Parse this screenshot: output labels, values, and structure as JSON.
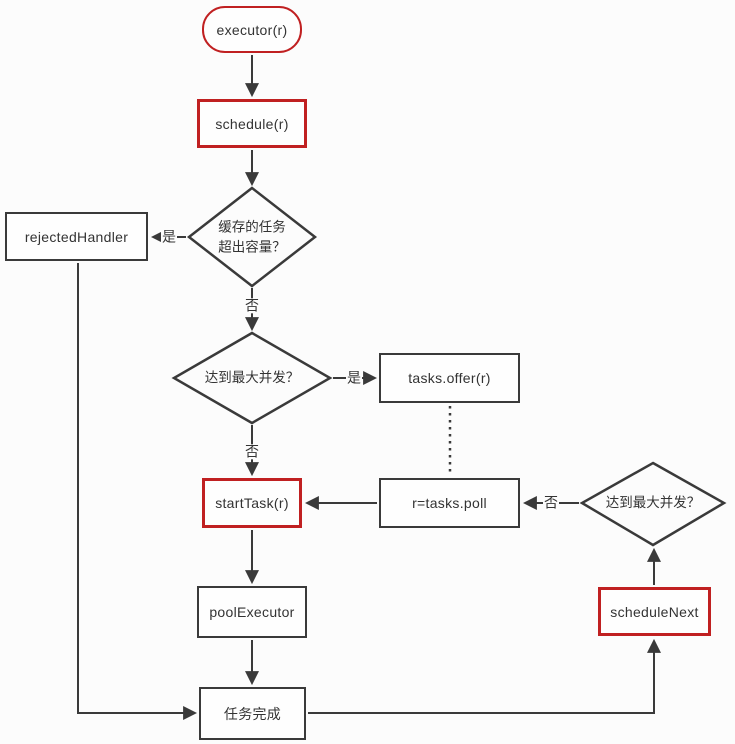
{
  "diagram": {
    "type": "flowchart",
    "nodes": {
      "executor": {
        "label": "executor(r)",
        "shape": "terminator",
        "accent": "red"
      },
      "schedule": {
        "label": "schedule(r)",
        "shape": "process",
        "accent": "red"
      },
      "rejected_handler": {
        "label": "rejectedHandler",
        "shape": "process",
        "accent": "black"
      },
      "cache_capacity_decision": {
        "line1": "缓存的任务",
        "line2": "超出容量？",
        "shape": "decision"
      },
      "max_concurrency_decision": {
        "label": "达到最大并发？",
        "shape": "decision"
      },
      "tasks_offer": {
        "label": "tasks.offer(r)",
        "shape": "process",
        "accent": "black"
      },
      "start_task": {
        "label": "startTask(r)",
        "shape": "process",
        "accent": "red"
      },
      "tasks_poll": {
        "label": "r=tasks.poll",
        "shape": "process",
        "accent": "black"
      },
      "max_concurrency_decision_right": {
        "label": "达到最大并发？",
        "shape": "decision"
      },
      "pool_executor": {
        "label": "poolExecutor",
        "shape": "process",
        "accent": "black"
      },
      "schedule_next": {
        "label": "scheduleNext",
        "shape": "process",
        "accent": "red"
      },
      "task_done": {
        "label": "任务完成",
        "shape": "process",
        "accent": "black"
      }
    },
    "edge_labels": {
      "cache_yes": "是",
      "cache_no": "否",
      "concurrency_yes": "是",
      "concurrency_no": "否",
      "poll_no": "否"
    },
    "colors": {
      "accent": "#c02021",
      "line": "#3a3a3a",
      "text": "#333333",
      "background": "#fcfcfc"
    }
  }
}
